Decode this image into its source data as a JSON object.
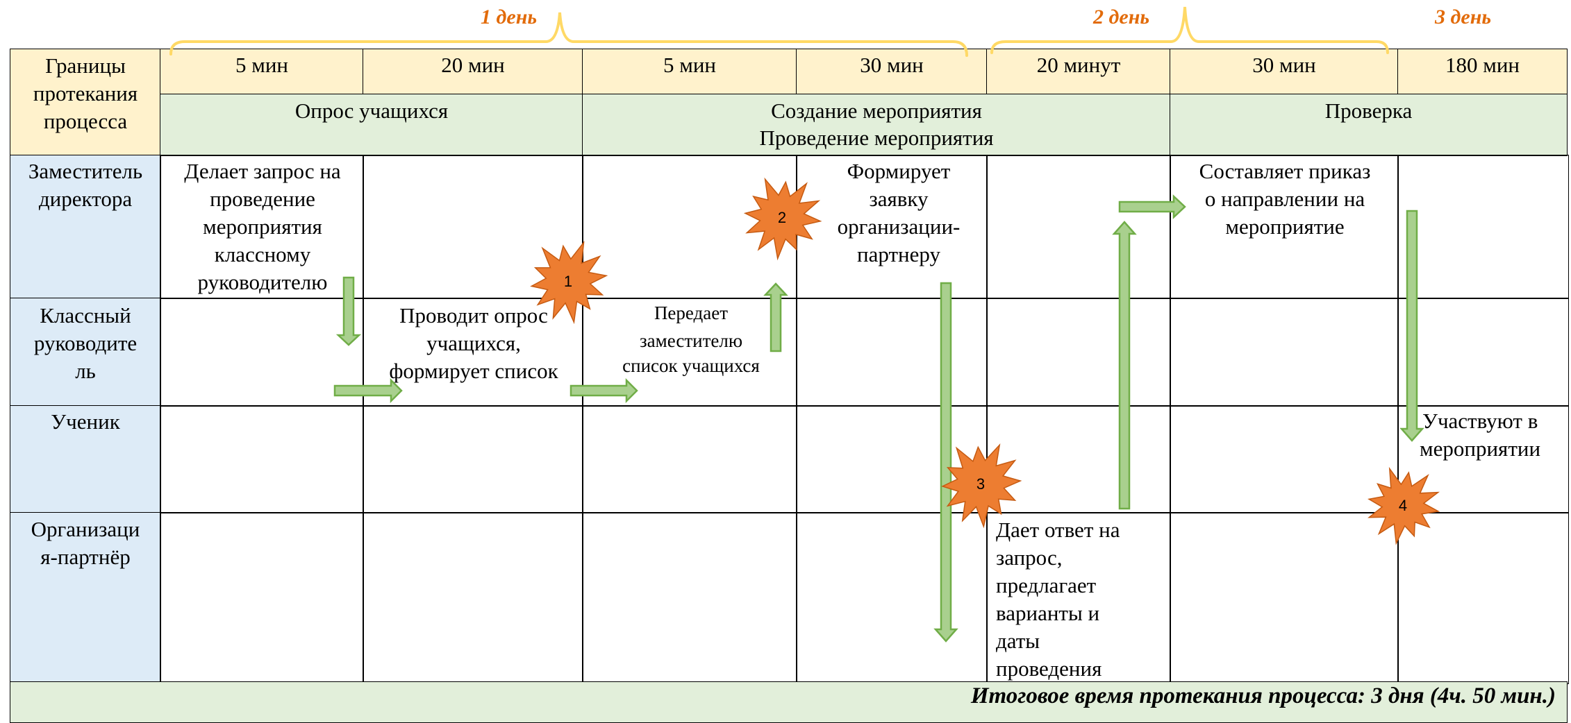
{
  "diagram": {
    "days": [
      "1 день",
      "2 день",
      "3 день"
    ],
    "header_label": "Границы протекания процесса",
    "time_slots": [
      "5 мин",
      "20 мин",
      "5 мин",
      "30 мин",
      "20 минут",
      "30 мин",
      "180 мин"
    ],
    "phases": {
      "survey": "Опрос учащихся",
      "create": "Создание мероприятия",
      "conduct": "Проведение мероприятия",
      "check": "Проверка"
    },
    "lanes": {
      "deputy": "Заместитель директора",
      "teacher": "Классный руководитель",
      "student": "Ученик",
      "partner": "Организация-партнёр"
    },
    "tasks": {
      "t1": "Делает запрос на проведение мероприятия классному руководителю",
      "t2": "Проводит опрос учащихся, формирует список",
      "t3": "Передает заместителю список учащихся",
      "t4": "Формирует заявку организации-партнеру",
      "t5": "Дает ответ на запрос, предлагает варианты и даты проведения",
      "t6": "Составляет приказ о направлении на мероприятие",
      "t7": "Участвуют в мероприятии"
    },
    "markers": [
      "1",
      "2",
      "3",
      "4"
    ],
    "total": "Итоговое время протекания процесса: 3 дня (4ч. 50 мин.)",
    "colors": {
      "header_fill": "#fff2cc",
      "phase_fill": "#e2efda",
      "lane_fill": "#ddebf7",
      "arrow_fill": "#a9d08e",
      "arrow_stroke": "#70ad47",
      "brace": "#ffd966",
      "burst": "#ed7d31",
      "day_text": "#e26b0a"
    }
  }
}
